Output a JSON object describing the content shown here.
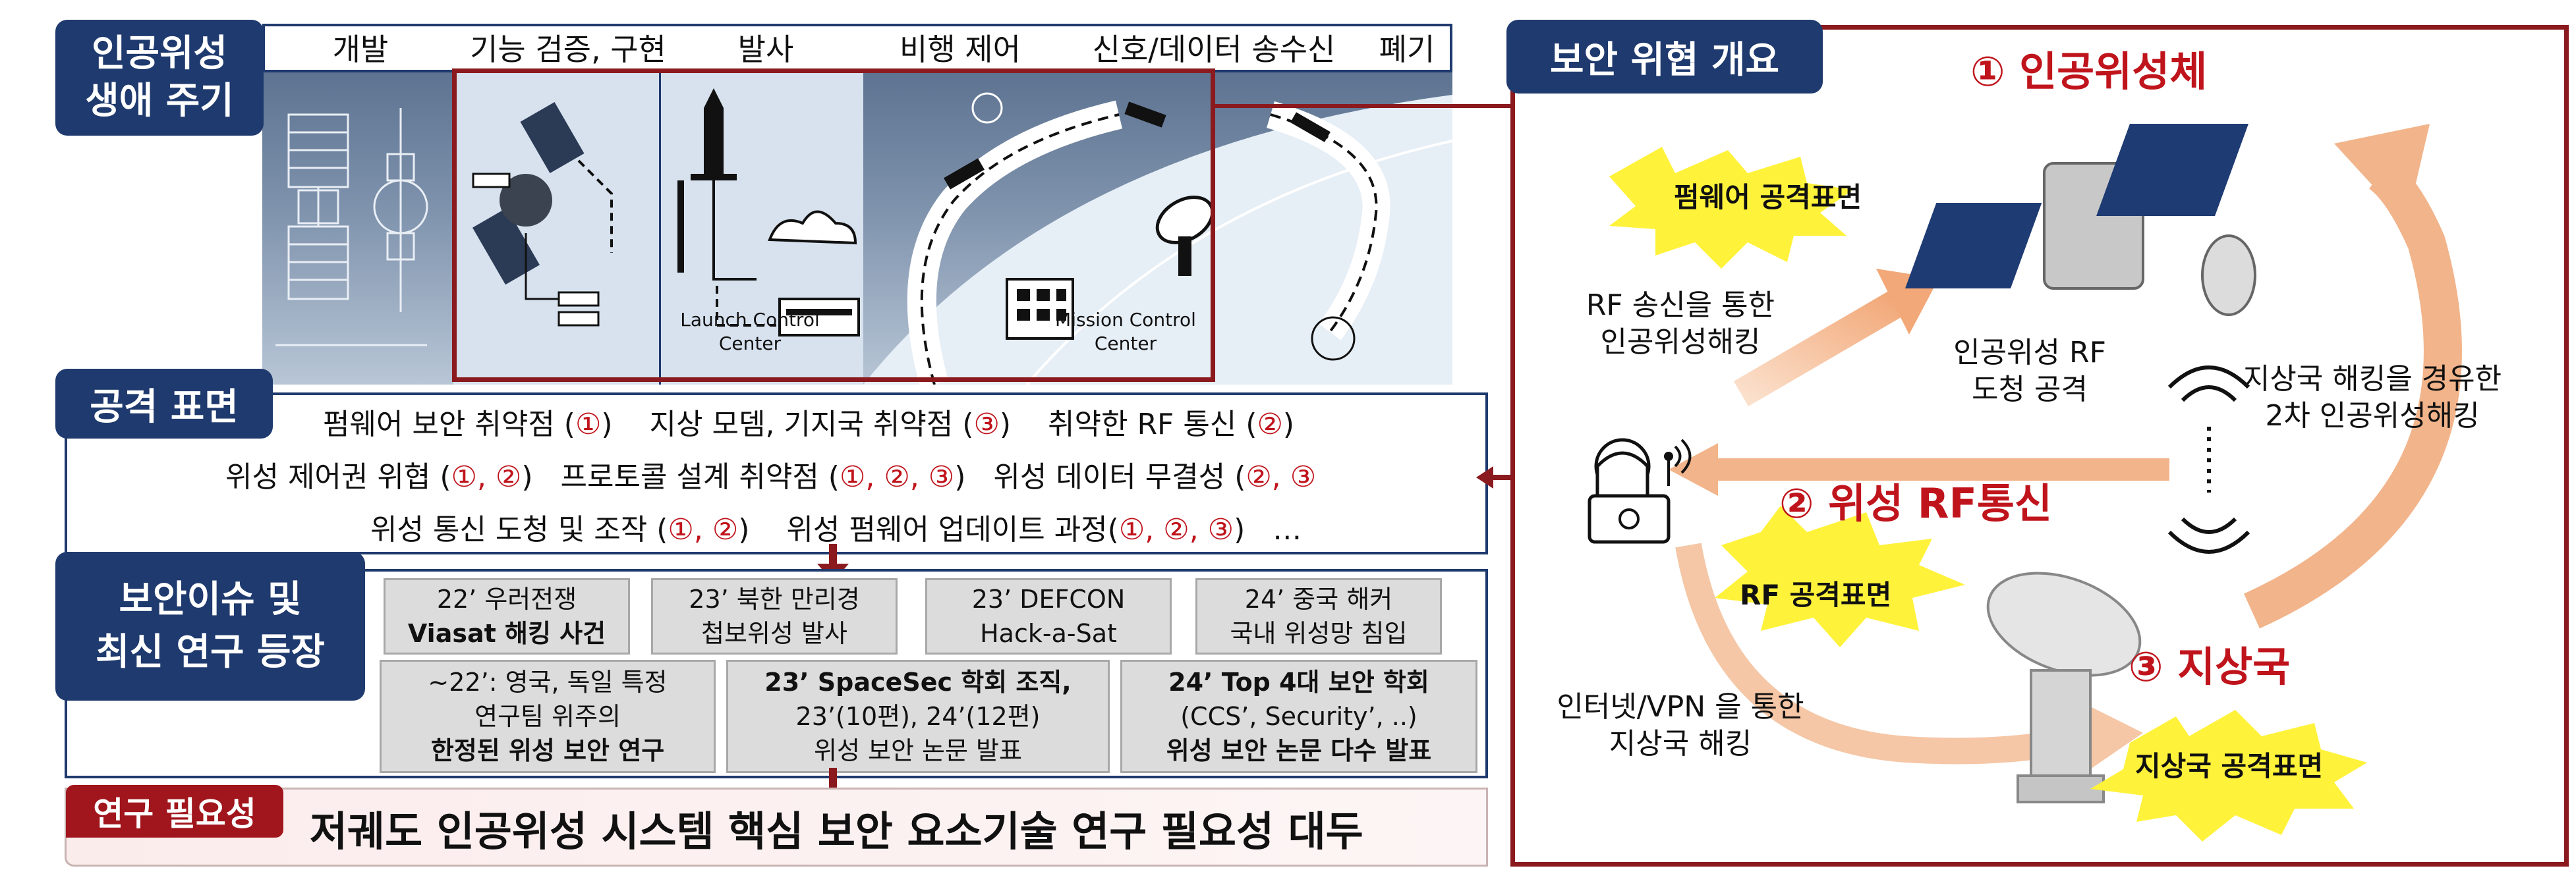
{
  "lifecycle": {
    "title_line1": "인공위성",
    "title_line2": "생애 주기",
    "phases": [
      "개발",
      "기능 검증, 구현",
      "발사",
      "비행 제어",
      "신호/데이터 송수신",
      "폐기"
    ],
    "launch_center_line1": "Launch Control",
    "launch_center_line2": "Center",
    "mission_center_line1": "Mission Control",
    "mission_center_line2": "Center"
  },
  "attack_surface": {
    "title": "공격 표면",
    "line1": {
      "a": "펌웨어 보안 취약점 (",
      "a_num": "①",
      "a_end": ")",
      "b": "지상 모뎀, 기지국 취약점 (",
      "b_num": "③",
      "b_end": ")",
      "c": "취약한 RF 통신 (",
      "c_num": "②",
      "c_end": ")"
    },
    "line2": {
      "a": "위성 제어권 위협 (",
      "a_num": "①, ②",
      "a_end": ")",
      "b": "프로토콜 설계 취약점 (",
      "b_num": "①, ②, ③",
      "b_end": ")",
      "c": "위성 데이터 무결성 (",
      "c_num": "②, ③",
      "c_end": ""
    },
    "line3": {
      "a": "위성 통신 도청 및 조작 (",
      "a_num": "①, ②",
      "a_end": ")",
      "b": "위성 펌웨어 업데이트 과정(",
      "b_num": "①, ②, ③",
      "b_end": ")",
      "c": "…"
    }
  },
  "security_issues": {
    "title_line1": "보안이슈 및",
    "title_line2": "최신 연구 등장",
    "row1": [
      {
        "l1": "22’ 우러전쟁",
        "l2": "Viasat 해킹 사건"
      },
      {
        "l1": "23’ 북한 만리경",
        "l2": "첩보위성 발사"
      },
      {
        "l1": "23’ DEFCON",
        "l2": "Hack-a-Sat"
      },
      {
        "l1": "24’ 중국 해커",
        "l2": "국내 위성망 침입"
      }
    ],
    "row2": [
      {
        "l1": "~22’: 영국, 독일 특정",
        "l2": "연구팀 위주의",
        "l3": "한정된 위성 보안 연구"
      },
      {
        "l1": "23’ SpaceSec 학회 조직,",
        "l2": "23’(10편), 24’(12편)",
        "l3": "위성 보안 논문 발표"
      },
      {
        "l1": "24’ Top 4대 보안 학회",
        "l2": "(CCS’, Security’, ..)",
        "l3": "위성 보안 논문 다수 발표"
      }
    ]
  },
  "research_need": {
    "tag": "연구 필요성",
    "text": "저궤도 인공위성 시스템 핵심 보안 요소기술 연구 필요성 대두"
  },
  "overview": {
    "title": "보안 위협 개요",
    "satellite": "① 인공위성체",
    "rf": "② 위성 RF통신",
    "ground": "③ 지상국",
    "firmware_surface": "펌웨어 공격표면",
    "rf_surface": "RF 공격표면",
    "ground_surface": "지상국 공격표면",
    "rf_tx_line1": "RF 송신을 통한",
    "rf_tx_line2": "인공위성해킹",
    "eavesdrop_line1": "인공위성 RF",
    "eavesdrop_line2": "도청 공격",
    "secondary_line1": "지상국 해킹을 경유한",
    "secondary_line2": "2차 인공위성해킹",
    "internet_line1": "인터넷/VPN 을 통한",
    "internet_line2": "지상국 해킹"
  },
  "colors": {
    "navy": "#1f3a6e",
    "red": "#c0141c",
    "dark_red": "#8b1a1f",
    "arrow_orange": "#f2b48a",
    "burst_yellow": "#fff23a"
  }
}
